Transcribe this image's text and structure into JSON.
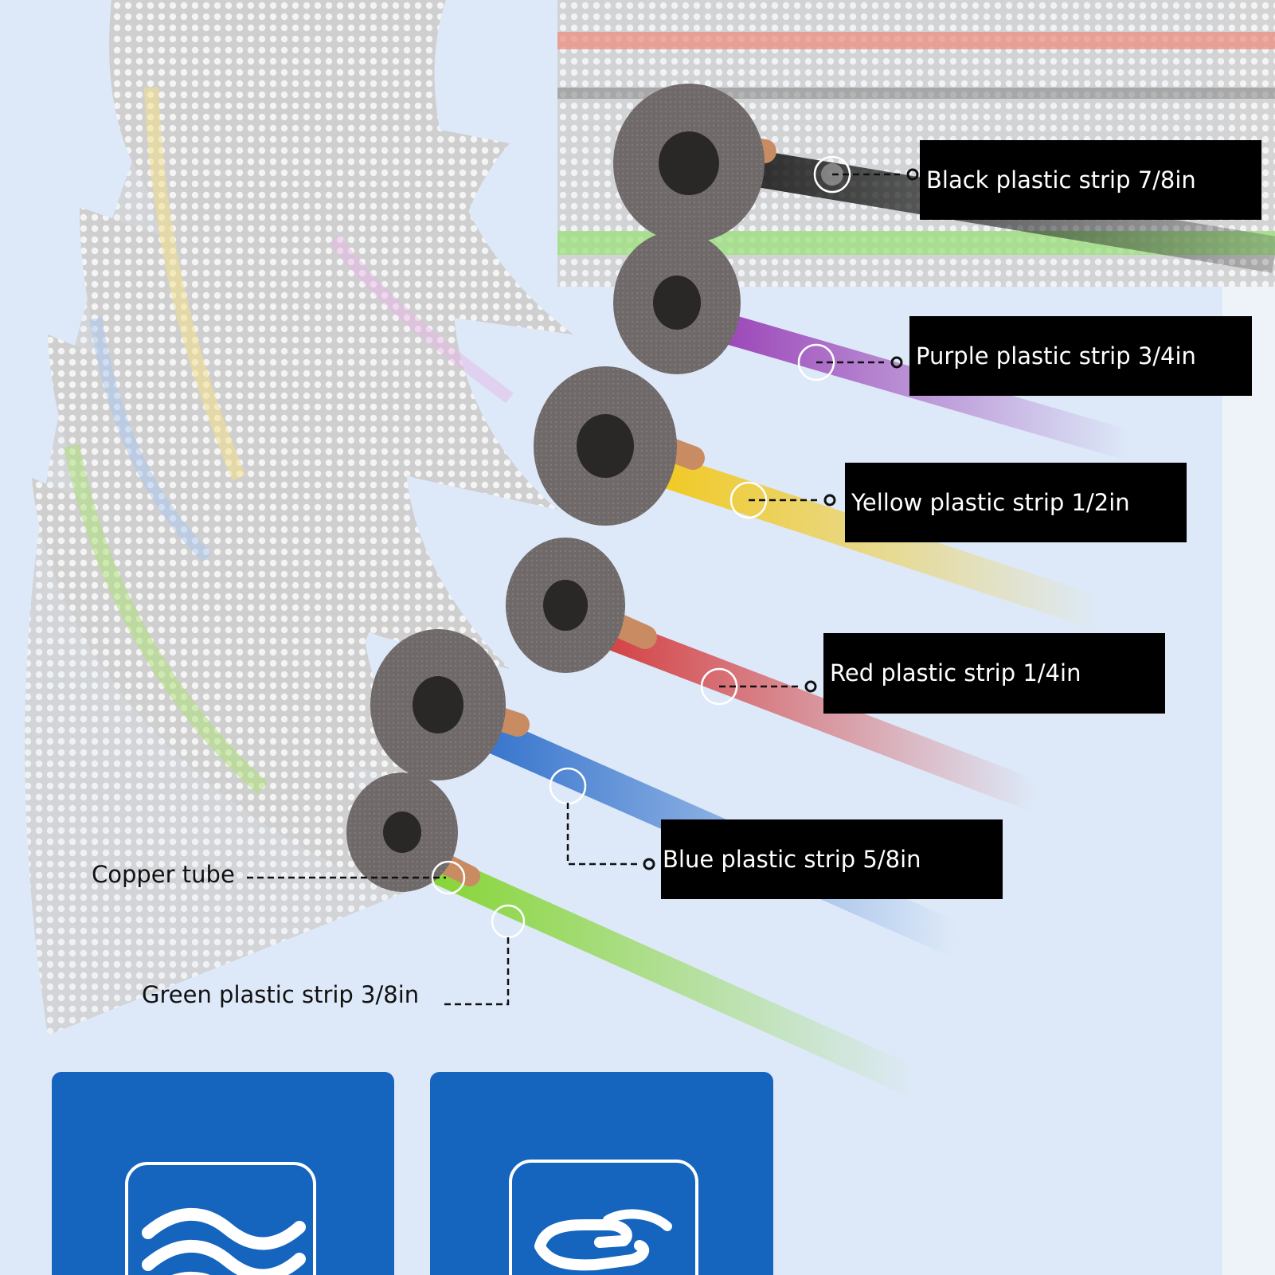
{
  "labels": {
    "black": "Black plastic strip 7/8in",
    "purple": "Purple plastic strip 3/4in",
    "yellow": "Yellow plastic strip 1/2in",
    "red": "Red plastic strip 1/4in",
    "blue": "Blue plastic strip 5/8in",
    "copper": "Copper tube",
    "green": "Green plastic strip 3/8in"
  },
  "colors": {
    "background": "#dde9f8",
    "insulation": "#d8d8d8",
    "foam": "#6d6968",
    "card": "#1565bf",
    "black_strip": "#141414",
    "purple_strip": "#8e24aa",
    "yellow_strip": "#f5c400",
    "red_strip": "#d32f2f",
    "blue_strip": "#1e63c6",
    "green_strip": "#7ed321",
    "copper": "#c98b62"
  },
  "icons": {
    "card_left": "wave-icon",
    "card_right": "hand-icon"
  }
}
